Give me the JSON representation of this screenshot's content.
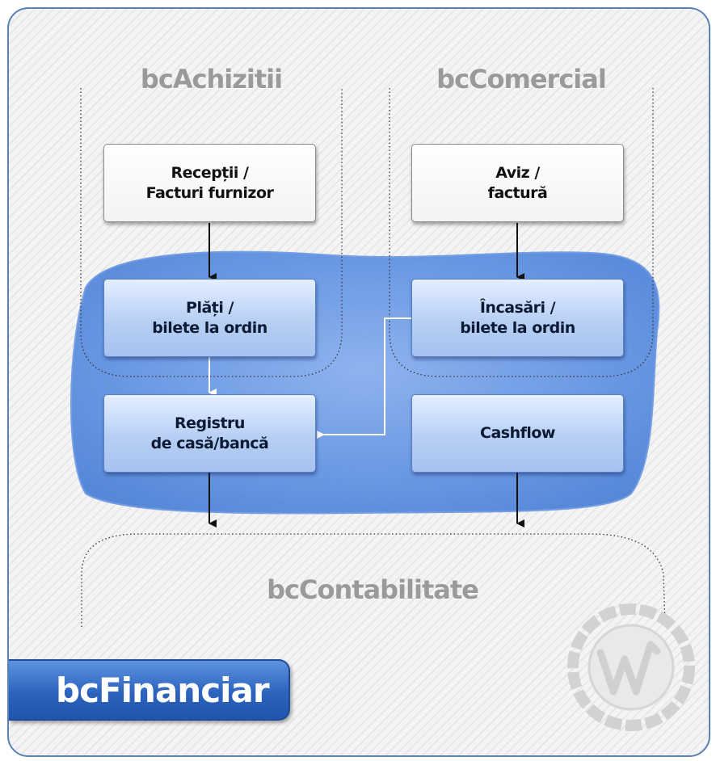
{
  "modules": {
    "achizitii": "bcAchizitii",
    "comercial": "bcComercial",
    "contabilitate": "bcContabilitate",
    "financiar": "bcFinanciar"
  },
  "boxes": {
    "receptii": "Recepții /\nFacturi furnizor",
    "aviz": "Aviz /\nfactură",
    "plati": "Plăți /\nbilete la ordin",
    "incasari": "Încasări /\nbilete la ordin",
    "registru": "Registru\nde casă/bancă",
    "cashflow": "Cashflow"
  },
  "colors": {
    "frame_border": "#5a83b4",
    "financiar_blob": "#5b8ee0",
    "badge": "#2c63bd",
    "module_title": "#9a9a9a"
  },
  "icons": {
    "logo": "circular-w-logo-watermark"
  }
}
